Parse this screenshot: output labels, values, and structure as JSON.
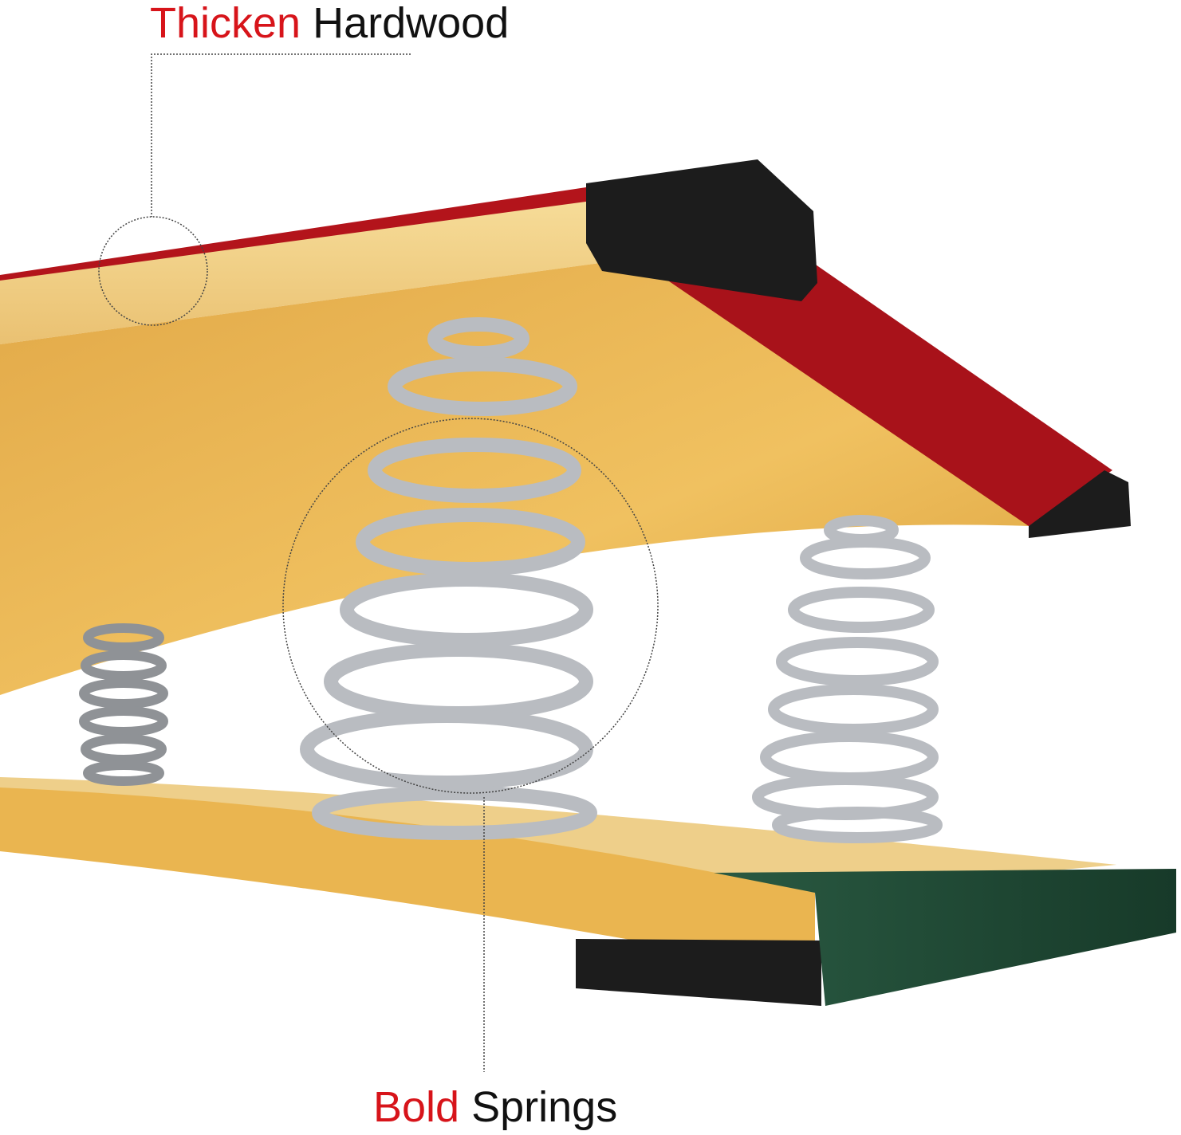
{
  "callouts": [
    {
      "highlight": "Thicken",
      "rest": "Hardwood"
    },
    {
      "highlight": "Bold",
      "rest": "Springs"
    }
  ],
  "colors": {
    "highlight": "#d7141a",
    "wood": "#e8b24a",
    "felt": "#b3141b",
    "rubber": "#1c1c1c",
    "bracket": "#1f4a35",
    "spring": "#c4c7cb"
  }
}
